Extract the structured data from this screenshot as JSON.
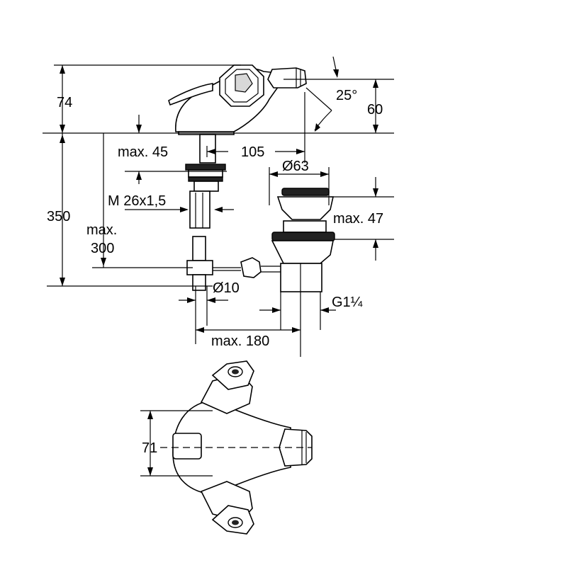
{
  "figure": {
    "labels": {
      "height_74": "74",
      "height_60": "60",
      "angle_25": "25°",
      "max_45": "max. 45",
      "dist_105": "105",
      "dia_63": "Ø63",
      "thread_m": "M 26x1,5",
      "height_350": "350",
      "max_47": "max. 47",
      "max_label": "max.",
      "max_300": "300",
      "dia_10": "Ø10",
      "g_1_1_4": "G1¼",
      "max_180": "max. 180",
      "width_71": "71"
    }
  }
}
